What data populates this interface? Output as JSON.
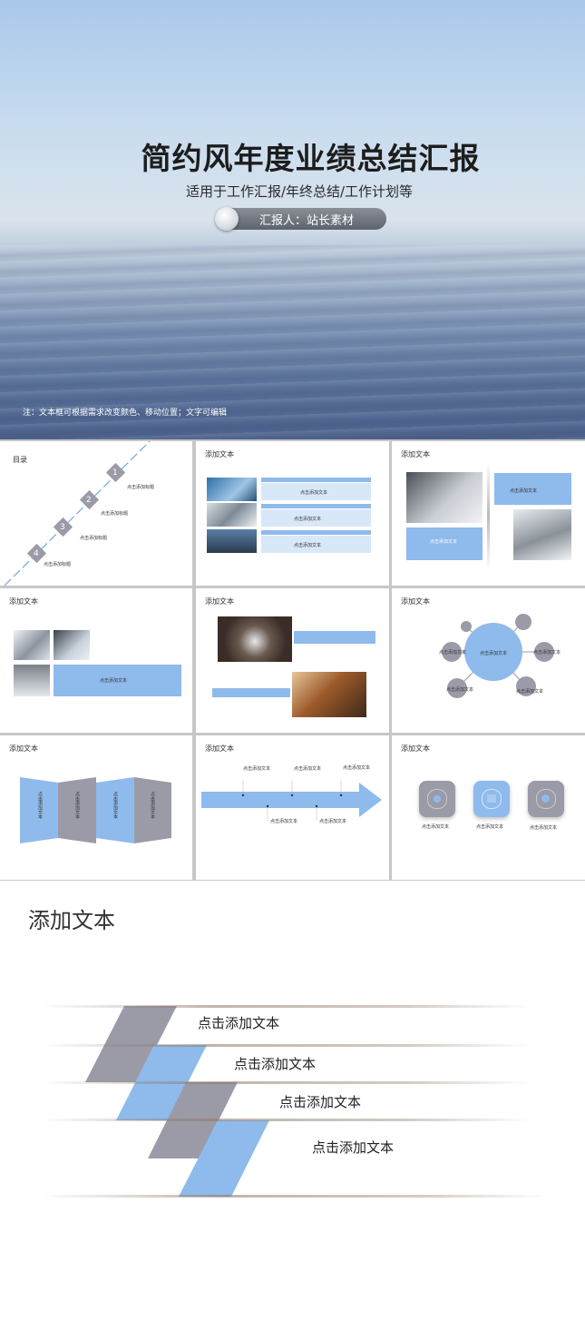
{
  "cover": {
    "title": "简约风年度业绩总结汇报",
    "subtitle": "适用于工作汇报/年终总结/工作计划等",
    "reporter": "汇报人：站长素材",
    "note": "注：文本框可根据需求改变颜色、移动位置；文字可编辑"
  },
  "slides": {
    "toc": {
      "title": "目录",
      "items": [
        {
          "num": "1",
          "label": "点击添加标题"
        },
        {
          "num": "2",
          "label": "点击添加标题"
        },
        {
          "num": "3",
          "label": "点击添加标题"
        },
        {
          "num": "4",
          "label": "点击添加标题"
        }
      ]
    },
    "s2": {
      "title": "添加文本",
      "labels": [
        "点击添加文本",
        "点击添加文本",
        "点击添加文本"
      ]
    },
    "s3": {
      "title": "添加文本",
      "labels": [
        "点击添加文本",
        "点击添加文本"
      ]
    },
    "s4": {
      "title": "添加文本",
      "label": "点击添加文本"
    },
    "s5": {
      "title": "添加文本"
    },
    "s6": {
      "title": "添加文本",
      "center": "点击添加文本",
      "labels": [
        "点击添加文本",
        "点击添加文本",
        "点击添加文本",
        "点击添加文本"
      ]
    },
    "s7": {
      "title": "添加文本",
      "panels": [
        "点击添加文本",
        "点击添加文本",
        "点击添加文本",
        "点击添加文本"
      ]
    },
    "s8": {
      "title": "添加文本",
      "labels": [
        "点击添加文本",
        "点击添加文本",
        "点击添加文本",
        "点击添加文本",
        "点击添加文本"
      ]
    },
    "s9": {
      "title": "添加文本",
      "labels": [
        "点击添加文本",
        "点击添加文本",
        "点击添加文本"
      ]
    }
  },
  "detail": {
    "title": "添加文本",
    "items": [
      "点击添加文本",
      "点击添加文本",
      "点击添加文本",
      "点击添加文本"
    ]
  },
  "colors": {
    "accent_blue": "#8fbaec",
    "accent_gray": "#9b9ba8"
  }
}
